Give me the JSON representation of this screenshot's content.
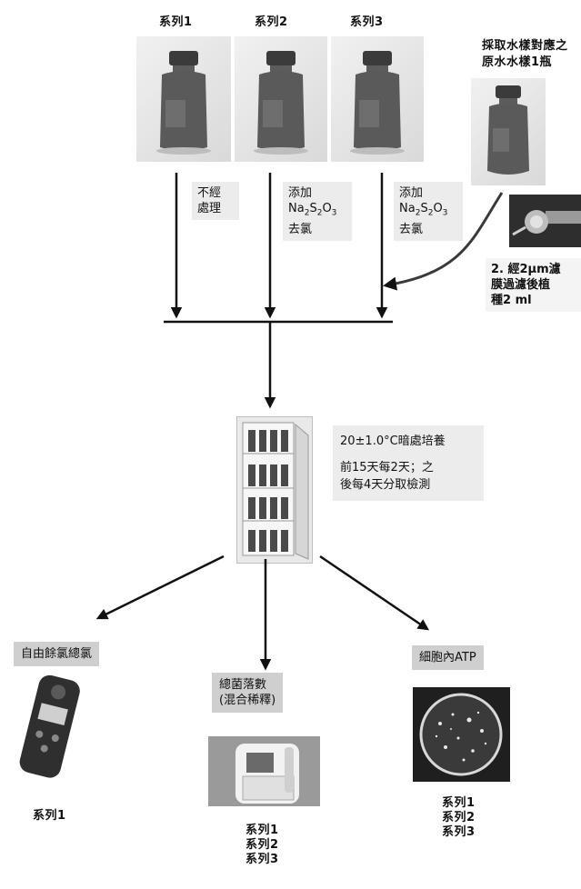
{
  "series_labels": [
    "系列1",
    "系列2",
    "系列3"
  ],
  "source_sample_label": "採取水樣對應之\n原水水樣1瓶",
  "treatments": {
    "none": "不經\n處理",
    "add_prefix": "添加",
    "dechlor_suffix": "去氯"
  },
  "formula": {
    "na": "Na",
    "na_sub": "2",
    "s": "S",
    "s_sub": "2",
    "o": "O",
    "o_sub": "3"
  },
  "filter_note": "2. 經2μm濾\n膜過濾後植\n種2 ml",
  "incubation": {
    "condition": "20±1.0°C暗處培養",
    "schedule": "前15天每2天；之\n後每4天分取檢測"
  },
  "outputs": {
    "chlorine_title": "自由餘氯總氯",
    "chlorine_series": "系列1",
    "bacteria_title": "總菌落數\n(混合稀釋)",
    "bacteria_series": "系列1\n系列2\n系列3",
    "atp_title": "細胞內ATP",
    "atp_series": "系列1\n系列2\n系列3"
  },
  "colors": {
    "arrow": "#111111",
    "label_bg": "#ececec",
    "title_bg": "#cfcfcf",
    "curve": "#3a3a3a"
  },
  "icons": [
    "glass-bottle-icon",
    "syringe-filter-icon",
    "incubator-icon",
    "chlorine-meter-icon",
    "colony-counter-icon",
    "petri-dish-icon"
  ]
}
